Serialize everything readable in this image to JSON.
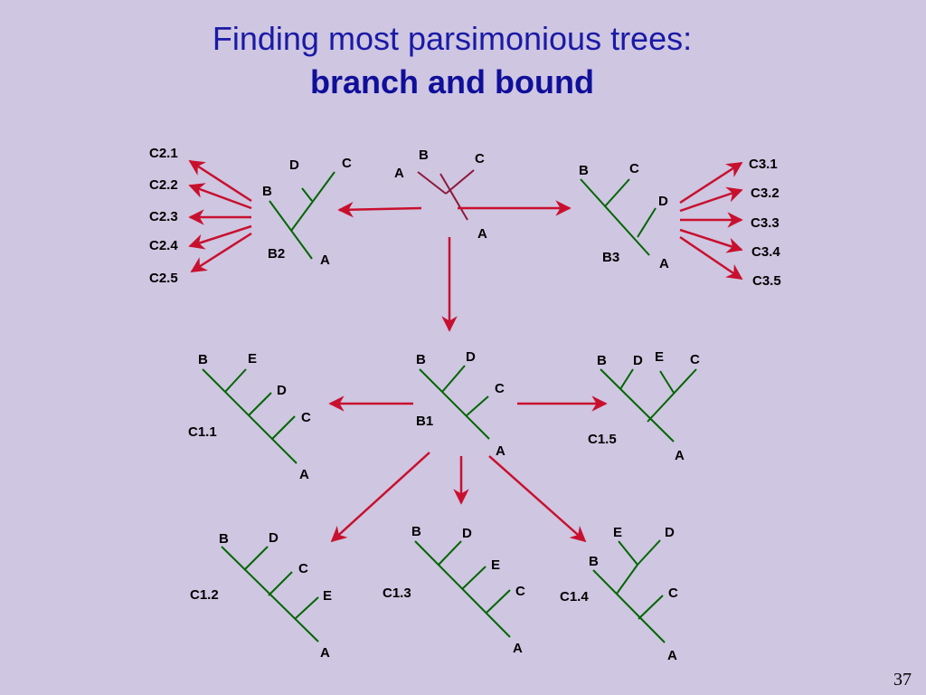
{
  "slide": {
    "title_line1": "Finding most parsimonious trees:",
    "title_line2": "branch and bound",
    "page_number": "37"
  },
  "colors": {
    "background": "#cfc6e1",
    "title": "#1a1aa6",
    "tree_branch": "#006600",
    "base_tree_branch": "#8b1a3a",
    "arrow": "#c8102e"
  },
  "trees": {
    "base": {
      "leaves": [
        "A",
        "B",
        "C"
      ],
      "label": ""
    },
    "B2": {
      "label": "B2",
      "leaves": [
        "D",
        "C",
        "B",
        "A"
      ]
    },
    "B3": {
      "label": "B3",
      "leaves": [
        "B",
        "C",
        "D",
        "A"
      ]
    },
    "B1": {
      "label": "B1",
      "leaves": [
        "B",
        "D",
        "C",
        "A"
      ]
    },
    "C1.1": {
      "label": "C1.1",
      "leaves": [
        "B",
        "E",
        "D",
        "C",
        "A"
      ]
    },
    "C1.5": {
      "label": "C1.5",
      "leaves": [
        "B",
        "D",
        "E",
        "C",
        "A"
      ]
    },
    "C1.2": {
      "label": "C1.2",
      "leaves": [
        "B",
        "D",
        "C",
        "E",
        "A"
      ]
    },
    "C1.3": {
      "label": "C1.3",
      "leaves": [
        "B",
        "D",
        "E",
        "C",
        "A"
      ]
    },
    "C1.4": {
      "label": "C1.4",
      "leaves": [
        "E",
        "D",
        "B",
        "C",
        "A"
      ]
    }
  },
  "children_labels": {
    "C2": [
      "C2.1",
      "C2.2",
      "C2.3",
      "C2.4",
      "C2.5"
    ],
    "C3": [
      "C3.1",
      "C3.2",
      "C3.3",
      "C3.4",
      "C3.5"
    ]
  }
}
